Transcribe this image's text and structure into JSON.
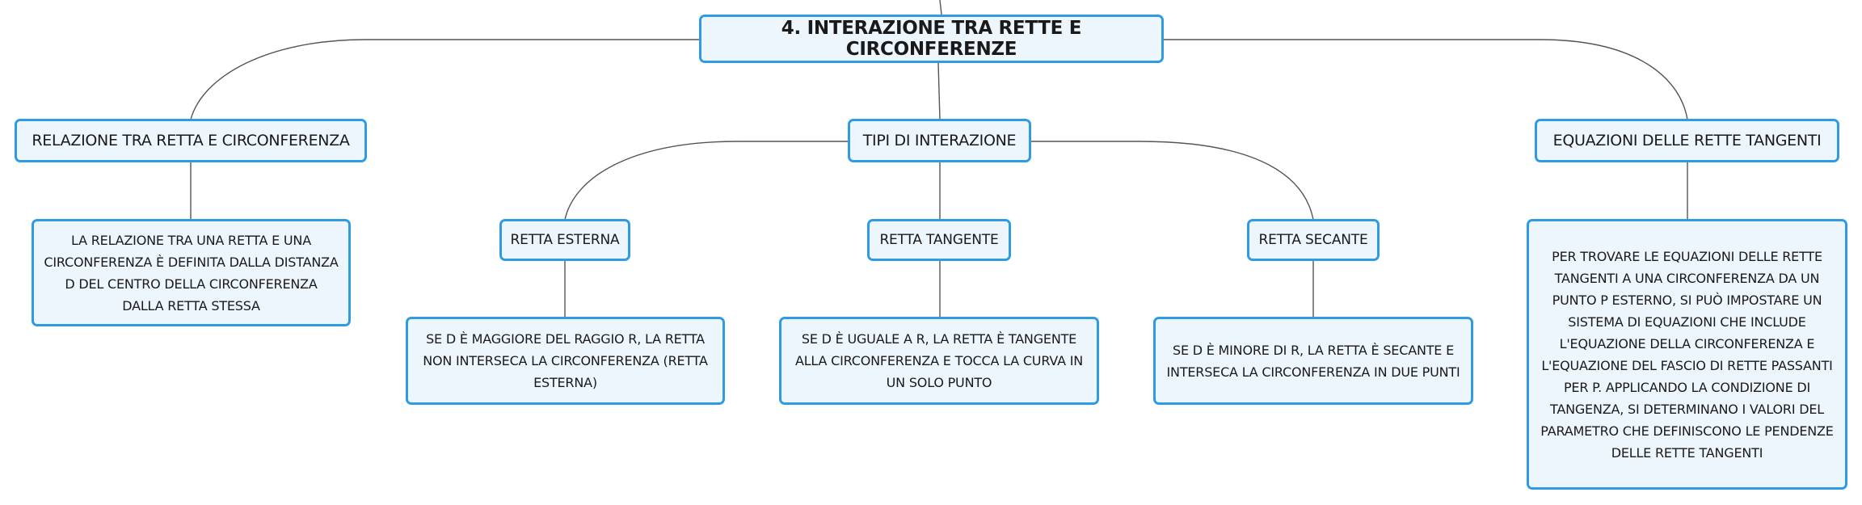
{
  "diagram": {
    "root": "4. INTERAZIONE TRA RETTE E CIRCONFERENZE",
    "branches": {
      "relazione": {
        "title": "RELAZIONE TRA RETTA E CIRCONFERENZA",
        "description": "LA RELAZIONE TRA UNA RETTA E UNA CIRCONFERENZA È DEFINITA DALLA DISTANZA D DEL CENTRO DELLA CIRCONFERENZA DALLA RETTA STESSA"
      },
      "tipi": {
        "title": "TIPI DI INTERAZIONE",
        "children": [
          {
            "title": "RETTA ESTERNA",
            "description": "SE D È MAGGIORE DEL RAGGIO R, LA RETTA NON INTERSECA LA CIRCONFERENZA (RETTA ESTERNA)"
          },
          {
            "title": "RETTA TANGENTE",
            "description": "SE D È UGUALE A R, LA RETTA È TANGENTE ALLA CIRCONFERENZA E TOCCA LA CURVA IN UN SOLO PUNTO"
          },
          {
            "title": "RETTA SECANTE",
            "description": "SE D È MINORE DI R, LA RETTA È SECANTE E INTERSECA LA CIRCONFERENZA IN DUE PUNTI"
          }
        ]
      },
      "equazioni": {
        "title": "EQUAZIONI DELLE RETTE TANGENTI",
        "description": "PER TROVARE LE EQUAZIONI DELLE RETTE TANGENTI A UNA CIRCONFERENZA DA UN PUNTO P ESTERNO, SI PUÒ IMPOSTARE UN SISTEMA DI EQUAZIONI CHE INCLUDE L'EQUAZIONE DELLA CIRCONFERENZA E L'EQUAZIONE DEL FASCIO DI RETTE PASSANTI PER P. APPLICANDO LA CONDIZIONE DI TANGENZA, SI DETERMINANO I VALORI DEL PARAMETRO CHE DEFINISCONO LE PENDENZE DELLE RETTE TANGENTI"
      }
    },
    "colors": {
      "node_border": "#2f9be2",
      "node_fill": "#eef6fd",
      "connector": "#555555"
    }
  }
}
